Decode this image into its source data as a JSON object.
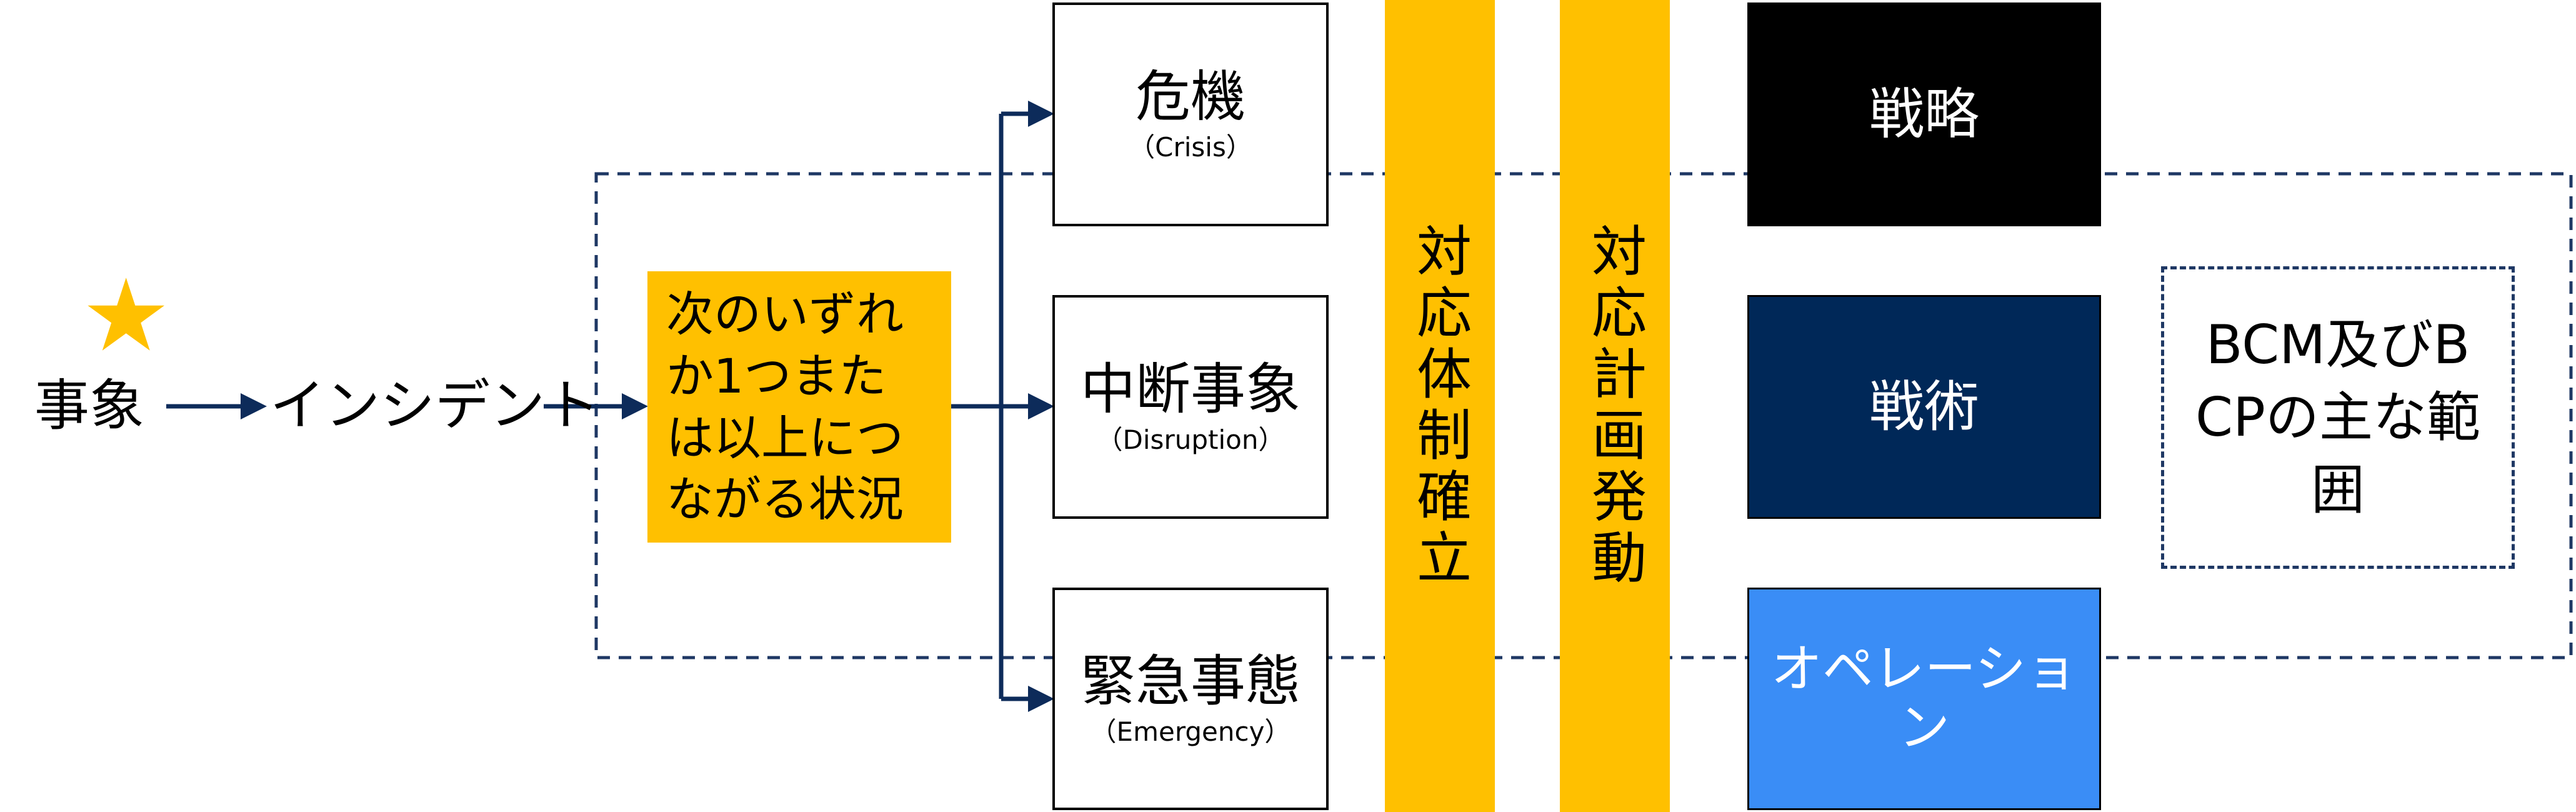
{
  "star": "★",
  "left": {
    "event": "事象",
    "incident": "インシデント"
  },
  "condition": {
    "text": "次のいずれか1つまたは以上につながる状況"
  },
  "categories": [
    {
      "main": "危機",
      "sub": "（Crisis）"
    },
    {
      "main": "中断事象",
      "sub": "（Disruption）"
    },
    {
      "main": "緊急事態",
      "sub": "（Emergency）"
    }
  ],
  "bars": [
    {
      "text": "対応体制確立"
    },
    {
      "text": "対応計画発動"
    }
  ],
  "levels": [
    {
      "label": "戦略",
      "color": "#000000"
    },
    {
      "label": "戦術",
      "color": "#002858"
    },
    {
      "label": "オペレーション",
      "color": "#3a8df6"
    }
  ],
  "scope": {
    "text": "BCM及びBCPの主な範囲"
  },
  "colors": {
    "accent": "#ffc000",
    "arrow": "#0d2b5a",
    "dash": "#1f3864"
  }
}
